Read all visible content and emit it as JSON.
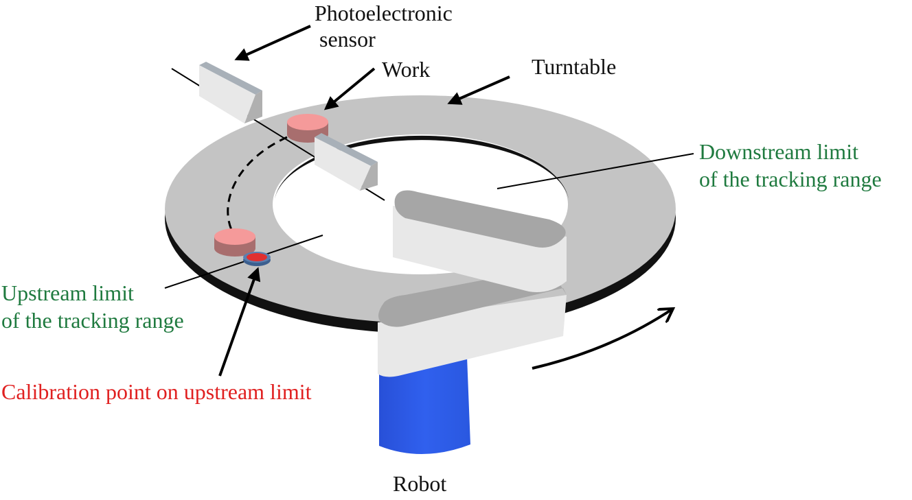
{
  "labels": {
    "photoelectronic_sensor_line1": "Photoelectronic",
    "photoelectronic_sensor_line2": "sensor",
    "work": "Work",
    "turntable": "Turntable",
    "downstream_line1": "Downstream limit",
    "downstream_line2": "of the tracking range",
    "upstream_line1": "Upstream limit",
    "upstream_line2": "of the tracking range",
    "calibration_point": "Calibration point on upstream limit",
    "robot": "Robot"
  },
  "colors": {
    "turntable_top": "#c4c4c4",
    "turntable_edge": "#111111",
    "work_top": "#f59a9a",
    "work_side": "#a86e6e",
    "calibration_point": "#e03030",
    "calibration_ring": "#3c5f8f",
    "robot_base": "#2f5de8",
    "robot_arm_top": "#a6a6a6",
    "robot_arm_side": "#e8e8e8",
    "sensor_front": "#e8e8e8",
    "sensor_side": "#b0b0b0",
    "green_text": "#1f7a3f",
    "red_text": "#e02020"
  }
}
